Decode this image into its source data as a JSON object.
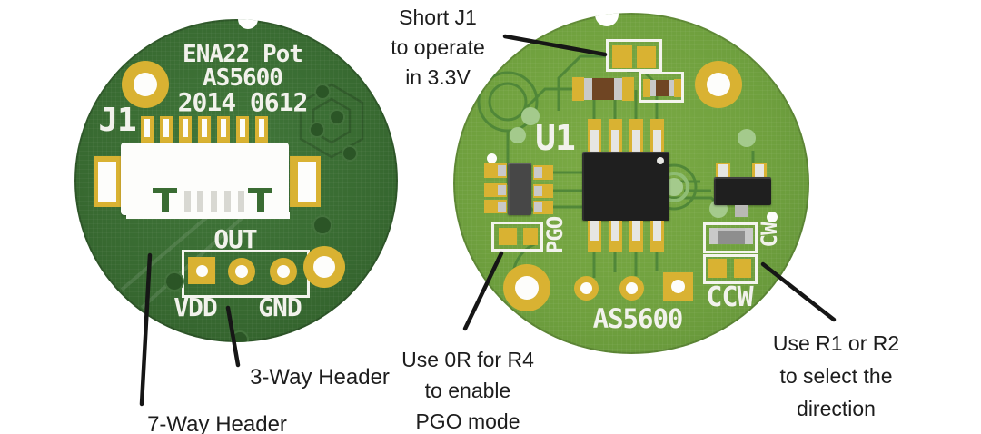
{
  "figure": {
    "title": "ENA22 Pot AS5600 encoder PCB annotated views",
    "left_board": {
      "title_line1": "ENA22 Pot",
      "title_line2": "AS5600",
      "title_line3": "2014 0612",
      "ref_j1": "J1",
      "label_out": "OUT",
      "label_vdd": "VDD",
      "label_gnd": "GND"
    },
    "right_board": {
      "ref_u1": "U1",
      "label_pgo": "PGO",
      "label_cw": "CW",
      "label_ccw": "CCW",
      "chip_name": "AS5600"
    },
    "callouts": {
      "short_j1": {
        "lines": [
          "Short J1",
          "to operate",
          "in 3.3V"
        ]
      },
      "r4_pgo": {
        "lines": [
          "Use 0R for R4",
          "to enable",
          "PGO mode"
        ]
      },
      "r1_r2": {
        "lines": [
          "Use R1 or R2",
          "to select the",
          "direction"
        ]
      },
      "three_way": "3-Way Header",
      "seven_way": "7-Way Header"
    },
    "colors": {
      "board_left": "#386a31",
      "board_left_hi": "#41773a",
      "board_right": "#6fa03e",
      "board_right_hi": "#7cab45",
      "pad_yellow": "#d9b232",
      "silkscreen": "#f2f2ec",
      "annotation_text": "#1d1d1d",
      "callout_line": "#161616",
      "chip_black": "#1f1f1f",
      "resistor_brown": "#6f4523",
      "resistor_silver": "#c9c9c9"
    }
  }
}
